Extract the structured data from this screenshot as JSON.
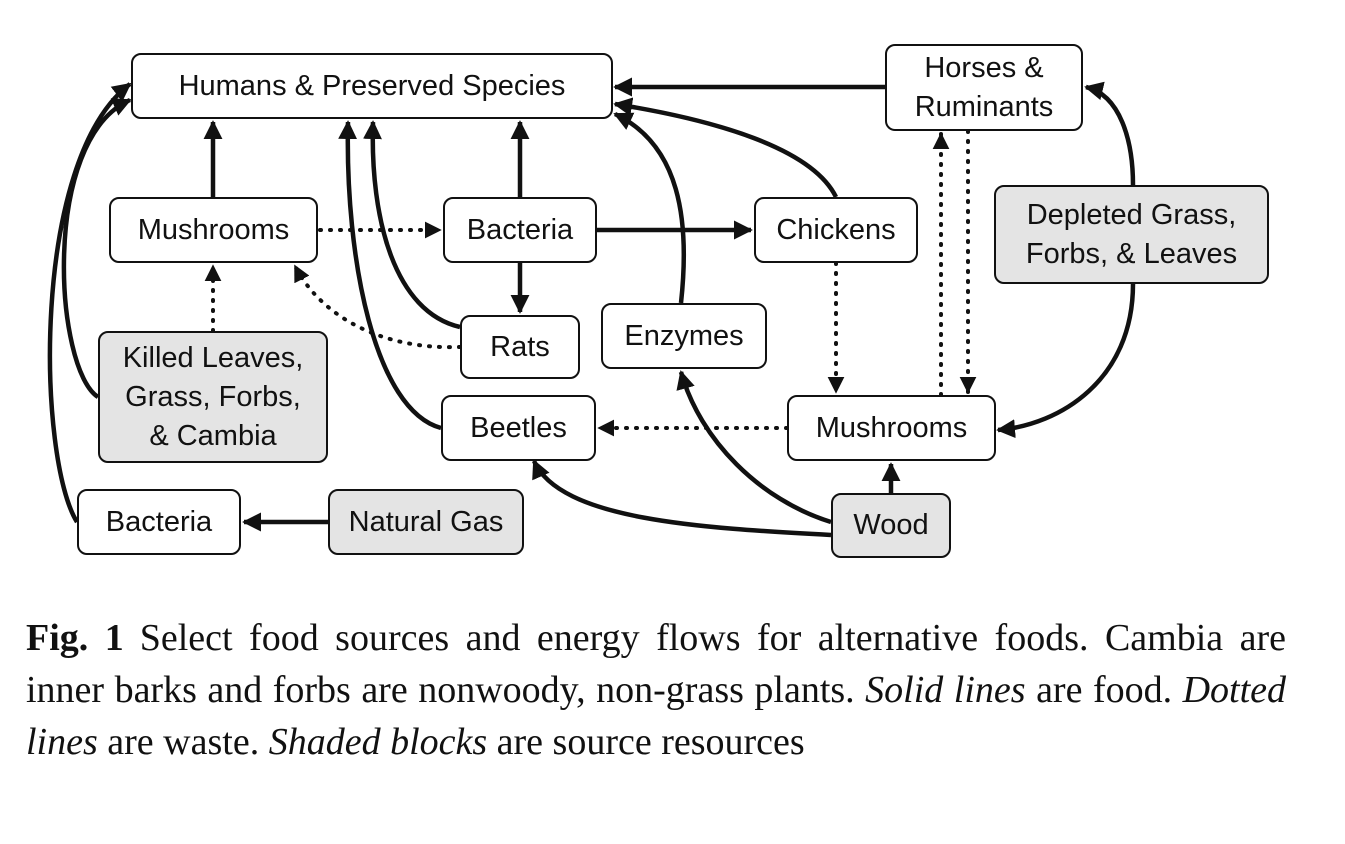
{
  "diagram": {
    "nodes": {
      "humans": "Humans & Preserved Species",
      "horses": "Horses &\nRuminants",
      "mushrooms_left": "Mushrooms",
      "bacteria_top": "Bacteria",
      "chickens": "Chickens",
      "depleted": "Depleted Grass,\nForbs, & Leaves",
      "rats": "Rats",
      "enzymes": "Enzymes",
      "killed": "Killed Leaves,\nGrass, Forbs,\n& Cambia",
      "beetles": "Beetles",
      "mushrooms_right": "Mushrooms",
      "bacteria_bottom": "Bacteria",
      "natural_gas": "Natural Gas",
      "wood": "Wood"
    },
    "edges": [
      {
        "from": "horses",
        "to": "humans",
        "type": "food"
      },
      {
        "from": "mushrooms_left",
        "to": "humans",
        "type": "food"
      },
      {
        "from": "bacteria_top",
        "to": "humans",
        "type": "food"
      },
      {
        "from": "bacteria_top",
        "to": "rats",
        "type": "food"
      },
      {
        "from": "bacteria_top",
        "to": "chickens",
        "type": "food"
      },
      {
        "from": "chickens",
        "to": "humans",
        "type": "food"
      },
      {
        "from": "enzymes",
        "to": "humans",
        "type": "food"
      },
      {
        "from": "rats",
        "to": "humans",
        "type": "food"
      },
      {
        "from": "beetles",
        "to": "humans",
        "type": "food"
      },
      {
        "from": "killed",
        "to": "humans",
        "type": "food"
      },
      {
        "from": "bacteria_bottom",
        "to": "humans",
        "type": "food"
      },
      {
        "from": "natural_gas",
        "to": "bacteria_bottom",
        "type": "food"
      },
      {
        "from": "wood",
        "to": "mushrooms_right",
        "type": "food"
      },
      {
        "from": "wood",
        "to": "beetles",
        "type": "food"
      },
      {
        "from": "wood",
        "to": "enzymes",
        "type": "food"
      },
      {
        "from": "depleted",
        "to": "horses",
        "type": "food"
      },
      {
        "from": "depleted",
        "to": "mushrooms_right",
        "type": "food"
      },
      {
        "from": "mushrooms_left",
        "to": "bacteria_top",
        "type": "waste"
      },
      {
        "from": "rats",
        "to": "mushrooms_left",
        "type": "waste"
      },
      {
        "from": "killed",
        "to": "mushrooms_left",
        "type": "waste"
      },
      {
        "from": "chickens",
        "to": "mushrooms_right",
        "type": "waste"
      },
      {
        "from": "mushrooms_right",
        "to": "horses",
        "type": "waste"
      },
      {
        "from": "horses",
        "to": "mushrooms_right",
        "type": "waste"
      },
      {
        "from": "mushrooms_right",
        "to": "beetles",
        "type": "waste"
      }
    ]
  },
  "caption": {
    "label": "Fig. 1",
    "text1": "Select food sources and energy flows for alternative foods. Cambia are inner barks and forbs are nonwoody, non-grass plants.",
    "italic1": "Solid lines",
    "text2": "are food.",
    "italic2": "Dotted lines",
    "text3": "are waste.",
    "italic3": "Shaded blocks",
    "text4": "are source resources"
  }
}
